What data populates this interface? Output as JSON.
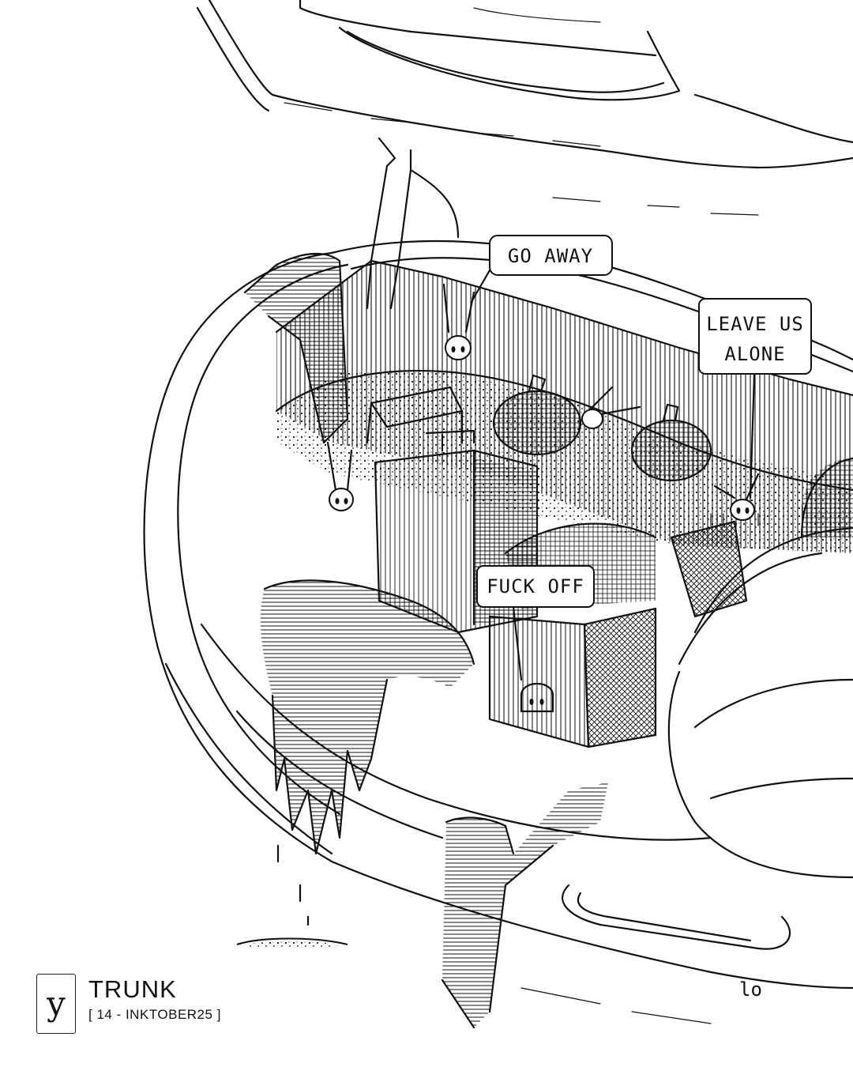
{
  "artwork": {
    "bubbles": {
      "go_away": "GO AWAY",
      "leave_us_alone_1": "LEAVE US",
      "leave_us_alone_2": "ALONE",
      "fuck_off": "FUCK OFF"
    },
    "corner_mark": "lo"
  },
  "footer": {
    "logo_letter": "y",
    "title": "TRUNK",
    "subtitle": "[ 14 - INKTOBER25 ]"
  }
}
